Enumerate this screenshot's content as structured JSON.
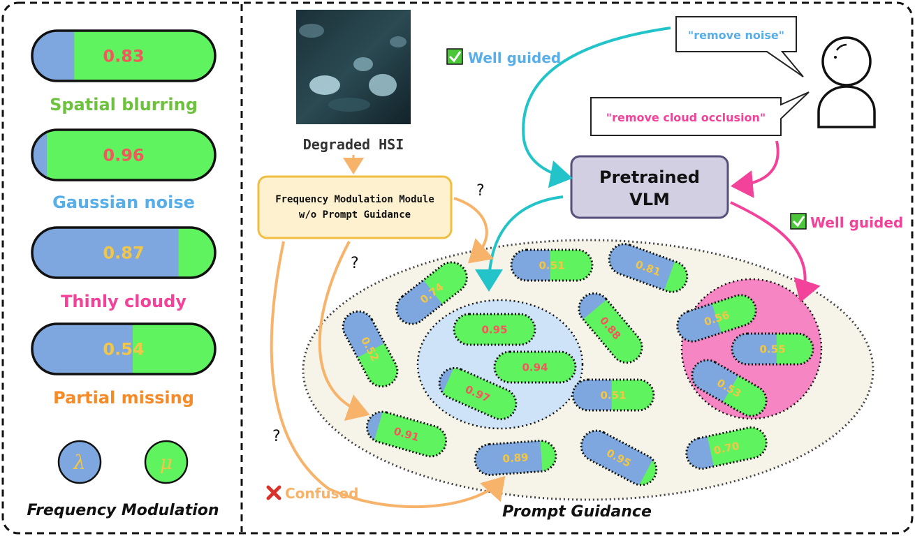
{
  "colors": {
    "lambda": "#7ea6df",
    "mu": "#5ff35f",
    "yellow_text": "#f2c646",
    "red_text": "#f2575b",
    "cyan_arrow": "#22c4c9",
    "pink_arrow": "#f2429a",
    "orange_arrow": "#f7b36a",
    "green_label": "#6cc23c",
    "blue_label": "#57aee8",
    "pink_label": "#f2429a",
    "orange_label": "#f58a26"
  },
  "left_panel": {
    "bars": [
      {
        "value": "0.83",
        "lambda_fraction": 0.23,
        "label": "Spatial blurring",
        "text_color": "red",
        "label_color": "green"
      },
      {
        "value": "0.96",
        "lambda_fraction": 0.08,
        "label": "Gaussian noise",
        "text_color": "red",
        "label_color": "blue"
      },
      {
        "value": "0.87",
        "lambda_fraction": 0.8,
        "label": "Thinly cloudy",
        "text_color": "yellow",
        "label_color": "pink"
      },
      {
        "value": "0.54",
        "lambda_fraction": 0.55,
        "label": "Partial missing",
        "text_color": "yellow",
        "label_color": "orange"
      }
    ],
    "legend": {
      "lambda_symbol": "λ",
      "mu_symbol": "μ"
    },
    "title": "Frequency Modulation"
  },
  "right_panel": {
    "image_caption": "Degraded HSI",
    "module_label_line1": "Frequency Modulation Module",
    "module_label_line2": "w/o Prompt Guidance",
    "vlm_line1": "Pretrained",
    "vlm_line2": "VLM",
    "prompt_noise": "\"remove noise\"",
    "prompt_cloud": "\"remove cloud occlusion\"",
    "well_guided_top": "Well guided",
    "well_guided_right": "Well guided",
    "confused": "Confused",
    "question_mark": "?",
    "title": "Prompt Guidance",
    "pills": [
      {
        "value": "0.51",
        "lambda_fraction": 0.48,
        "text_color": "yellow",
        "group": "grey"
      },
      {
        "value": "0.81",
        "lambda_fraction": 0.78,
        "text_color": "yellow",
        "group": "grey"
      },
      {
        "value": "0.74",
        "lambda_fraction": 0.52,
        "text_color": "yellow",
        "group": "grey"
      },
      {
        "value": "0.52",
        "lambda_fraction": 0.52,
        "text_color": "yellow",
        "group": "grey"
      },
      {
        "value": "0.88",
        "lambda_fraction": 0.2,
        "text_color": "red",
        "group": "grey"
      },
      {
        "value": "0.95",
        "lambda_fraction": 0.0,
        "text_color": "red",
        "group": "blue"
      },
      {
        "value": "0.94",
        "lambda_fraction": 0.0,
        "text_color": "red",
        "group": "blue"
      },
      {
        "value": "0.97",
        "lambda_fraction": 0.1,
        "text_color": "red",
        "group": "blue"
      },
      {
        "value": "0.51",
        "lambda_fraction": 0.48,
        "text_color": "yellow",
        "group": "grey"
      },
      {
        "value": "0.56",
        "lambda_fraction": 0.5,
        "text_color": "yellow",
        "group": "pink"
      },
      {
        "value": "0.55",
        "lambda_fraction": 0.55,
        "text_color": "yellow",
        "group": "pink"
      },
      {
        "value": "0.53",
        "lambda_fraction": 0.52,
        "text_color": "yellow",
        "group": "pink"
      },
      {
        "value": "0.91",
        "lambda_fraction": 0.14,
        "text_color": "red",
        "group": "grey"
      },
      {
        "value": "0.89",
        "lambda_fraction": 0.82,
        "text_color": "yellow",
        "group": "grey"
      },
      {
        "value": "0.95",
        "lambda_fraction": 0.88,
        "text_color": "yellow",
        "group": "grey"
      },
      {
        "value": "0.70",
        "lambda_fraction": 0.3,
        "text_color": "yellow",
        "group": "grey"
      }
    ]
  }
}
